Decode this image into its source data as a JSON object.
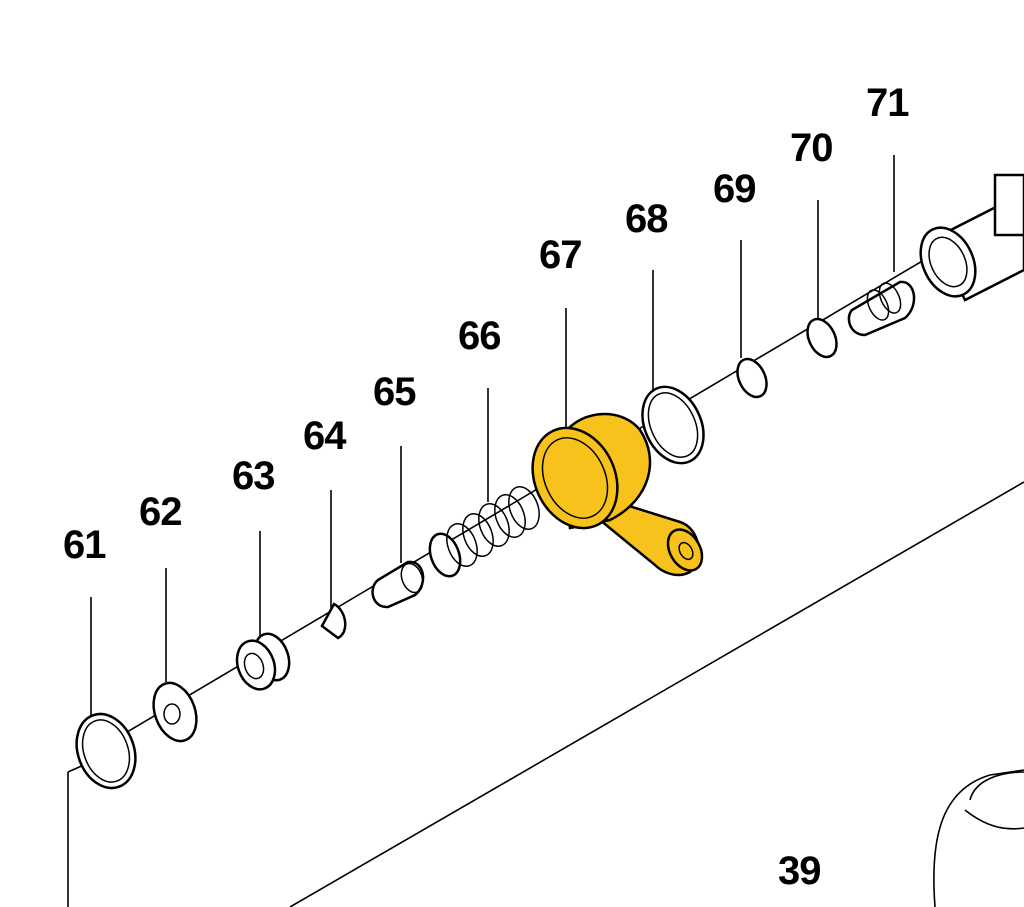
{
  "diagram": {
    "type": "exploded-parts-view",
    "highlight_color": "#F7C21C",
    "labels": [
      {
        "id": "61",
        "text": "61"
      },
      {
        "id": "62",
        "text": "62"
      },
      {
        "id": "63",
        "text": "63"
      },
      {
        "id": "64",
        "text": "64"
      },
      {
        "id": "65",
        "text": "65"
      },
      {
        "id": "66",
        "text": "66"
      },
      {
        "id": "67",
        "text": "67"
      },
      {
        "id": "68",
        "text": "68"
      },
      {
        "id": "69",
        "text": "69"
      },
      {
        "id": "70",
        "text": "70"
      },
      {
        "id": "71",
        "text": "71"
      },
      {
        "id": "39",
        "text": "39"
      }
    ],
    "highlighted_part": "67"
  }
}
